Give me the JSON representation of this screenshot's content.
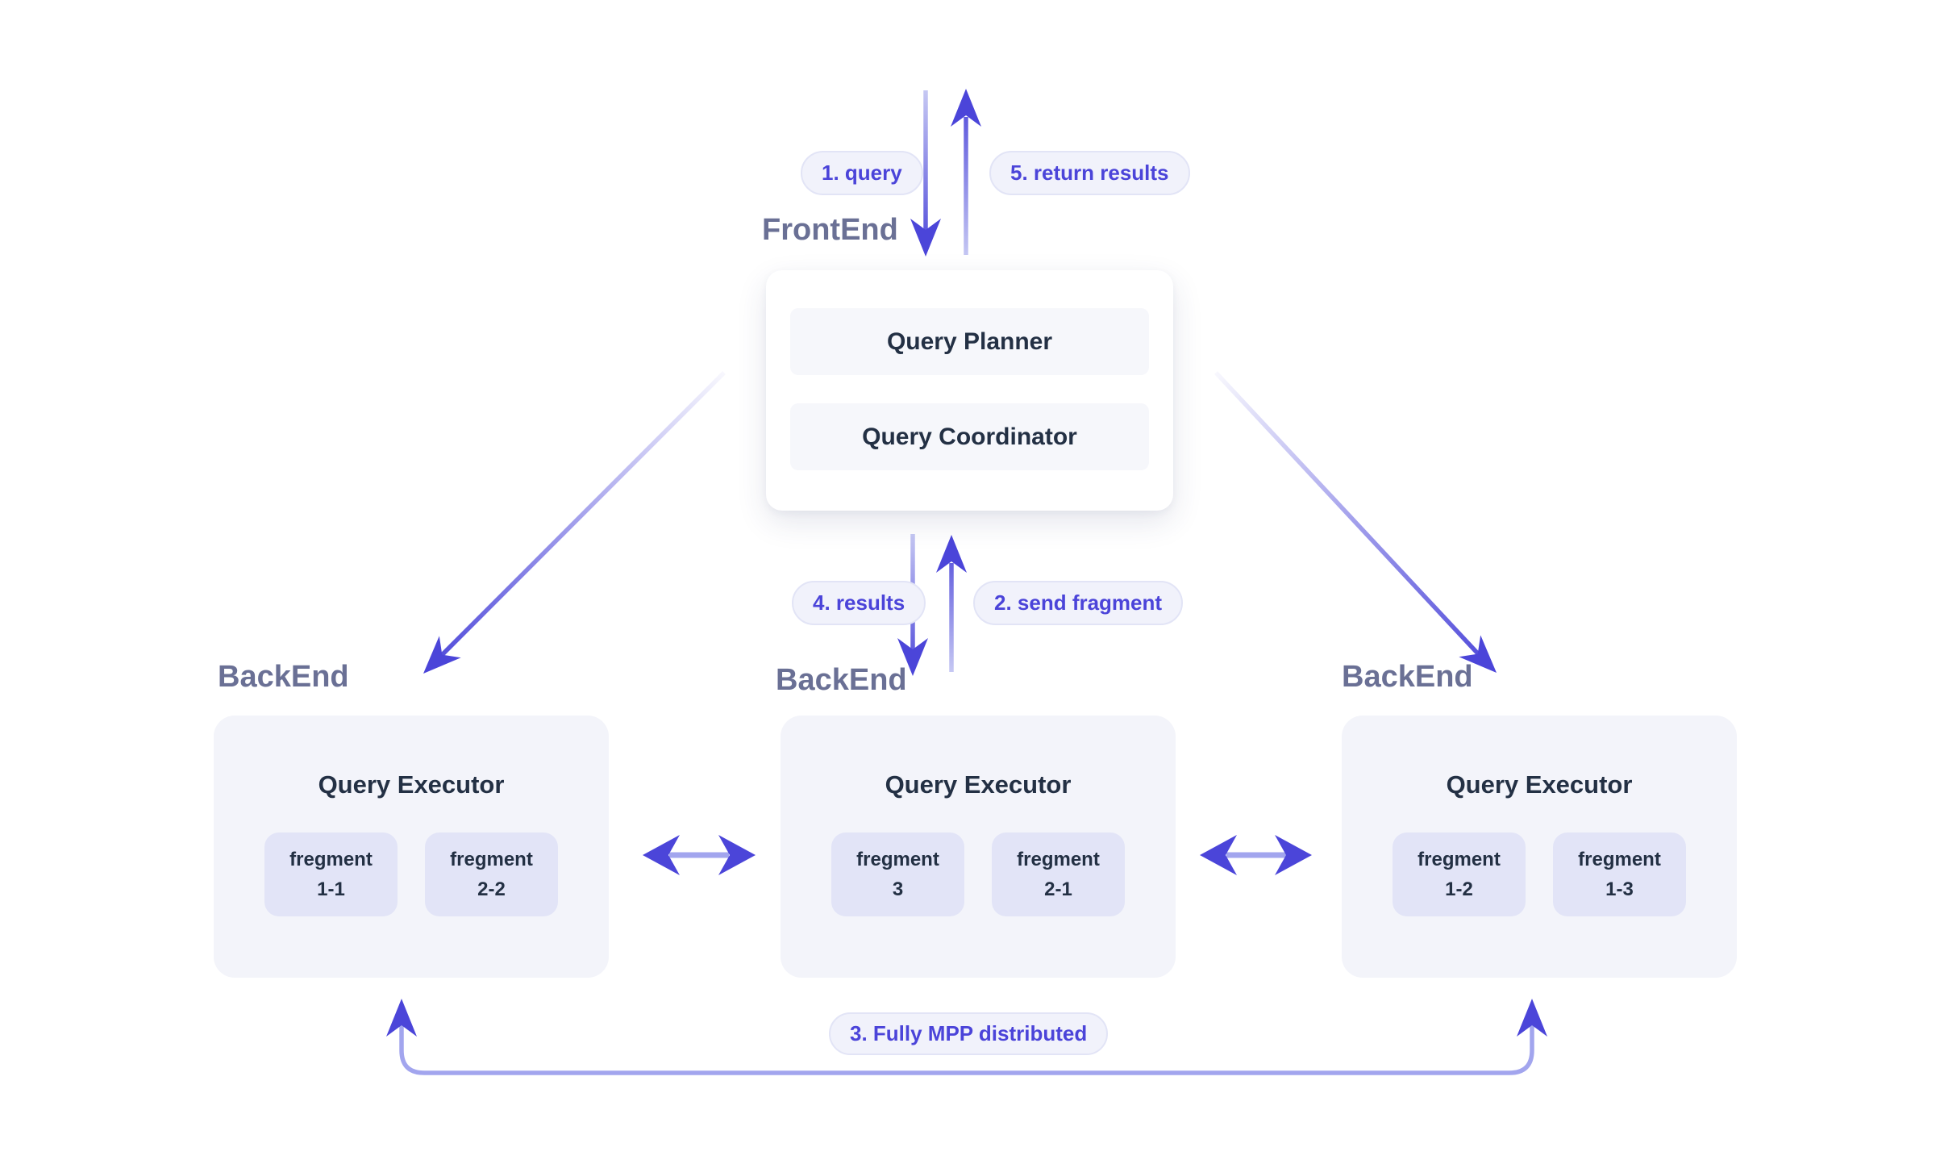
{
  "colors": {
    "indigo": "#4b45d9",
    "indigo_light": "#a2a5ee",
    "grad_light": "#c6c8f3",
    "badge_text": "#4b44d9",
    "badge_bg": "#f1f2fb",
    "badge_border": "#e2e4f6",
    "label": "#6a7095",
    "dark_text": "#233044",
    "card_bg": "#ffffff",
    "panel_bg": "#f3f4fa",
    "inner_bg": "#f6f7fb",
    "fragment_bg": "#e2e4f7"
  },
  "badges": {
    "query": "1. query",
    "return_results": "5. return results",
    "results": "4. results",
    "send_fragment": "2. send fragment",
    "mpp": "3. Fully MPP distributed"
  },
  "frontend": {
    "label": "FrontEnd",
    "components": [
      "Query Planner",
      "Query Coordinator"
    ]
  },
  "backends": [
    {
      "label": "BackEnd",
      "executor": "Query Executor",
      "fragments": [
        {
          "name": "fregment",
          "id": "1-1"
        },
        {
          "name": "fregment",
          "id": "2-2"
        }
      ]
    },
    {
      "label": "BackEnd",
      "executor": "Query Executor",
      "fragments": [
        {
          "name": "fregment",
          "id": "3"
        },
        {
          "name": "fregment",
          "id": "2-1"
        }
      ]
    },
    {
      "label": "BackEnd",
      "executor": "Query Executor",
      "fragments": [
        {
          "name": "fregment",
          "id": "1-2"
        },
        {
          "name": "fregment",
          "id": "1-3"
        }
      ]
    }
  ]
}
